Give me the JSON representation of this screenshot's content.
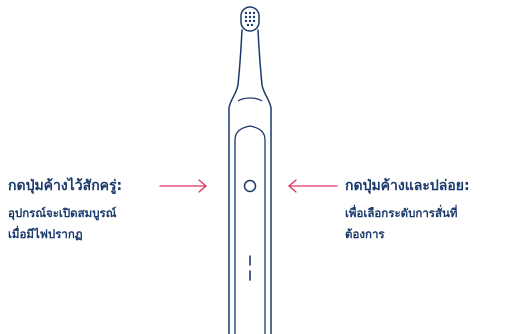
{
  "colors": {
    "line": "#1b3a6b",
    "arrow_left": "#e0335f",
    "arrow_right": "#e0335f",
    "background": "#ffffff"
  },
  "toothbrush": {
    "power_button_icon": "circle-button",
    "intensity_indicator_icon": "indicator-bars"
  },
  "callouts": {
    "left": {
      "heading": "กดปุ่มค้างไว้สักครู่:",
      "lines": [
        "อุปกรณ์จะเปิดสมบูรณ์",
        "เมื่อมีไฟปรากฏ"
      ]
    },
    "right": {
      "heading": "กดปุ่มค้างและปล่อย:",
      "lines": [
        "เพื่อเลือกระดับการสั่นที่",
        "ต้องการ"
      ]
    }
  }
}
